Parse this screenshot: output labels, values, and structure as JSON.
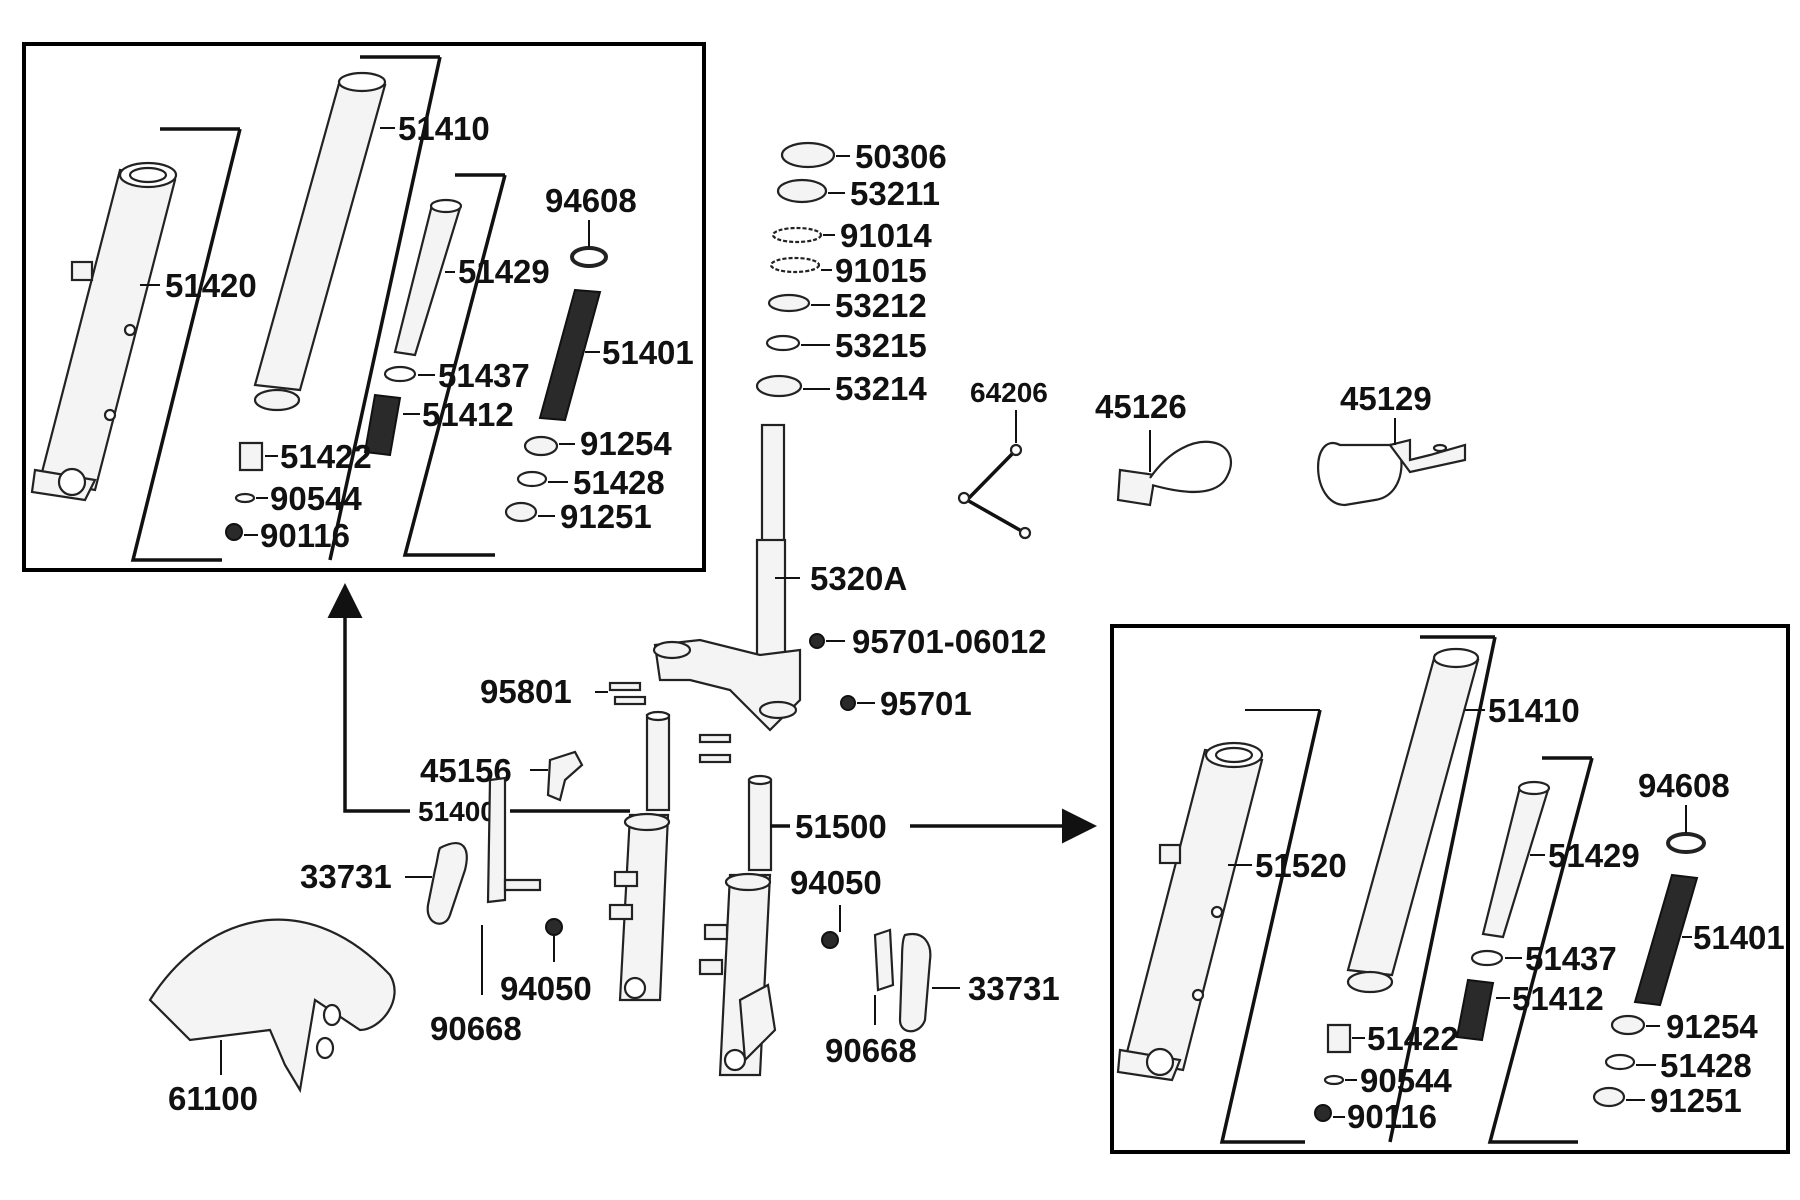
{
  "diagram": {
    "inset_left": {
      "labels": {
        "p51410": "51410",
        "p51420": "51420",
        "p51429": "51429",
        "p94608": "94608",
        "p51401": "51401",
        "p51437": "51437",
        "p51412": "51412",
        "p51422": "51422",
        "p90544": "90544",
        "p90116": "90116",
        "p91254": "91254",
        "p51428": "51428",
        "p91251": "91251"
      }
    },
    "inset_right": {
      "labels": {
        "p51410": "51410",
        "p51520": "51520",
        "p51429": "51429",
        "p94608": "94608",
        "p51401": "51401",
        "p51437": "51437",
        "p51412": "51412",
        "p51422": "51422",
        "p90544": "90544",
        "p90116": "90116",
        "p91254": "91254",
        "p51428": "51428",
        "p91251": "91251"
      }
    },
    "steering": {
      "labels": {
        "p50306": "50306",
        "p53211": "53211",
        "p91014": "91014",
        "p91015": "91015",
        "p53212": "53212",
        "p53215": "53215",
        "p53214": "53214",
        "p5320A": "5320A",
        "p95701_06012": "95701-06012",
        "p95701": "95701",
        "p95801": "95801"
      }
    },
    "accessories": {
      "labels": {
        "p64206": "64206",
        "p45126": "45126",
        "p45129": "45129"
      }
    },
    "fork": {
      "labels": {
        "p45156": "45156",
        "p51400": "51400",
        "p51500": "51500",
        "p33731_left": "33731",
        "p33731_right": "33731",
        "p94050_left": "94050",
        "p94050_right": "94050",
        "p90668_left": "90668",
        "p90668_right": "90668",
        "p61100": "61100"
      }
    }
  }
}
